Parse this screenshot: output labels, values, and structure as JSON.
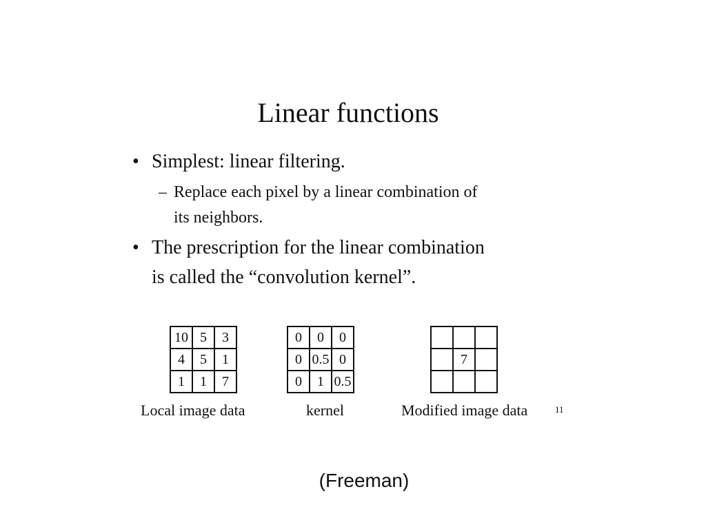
{
  "slide": {
    "title": "Linear functions",
    "bullet1": "Simplest:  linear filtering.",
    "sub1_line1": "Replace each pixel by a linear combination of",
    "sub1_line2": "its neighbors.",
    "bullet2_line1": "The prescription for the linear combination",
    "bullet2_line2": "is called the “convolution kernel”.",
    "bullet_char": "•",
    "dash_char": "–"
  },
  "figure": {
    "local_image_data": {
      "caption": "Local image data",
      "rows": [
        [
          "10",
          "5",
          "3"
        ],
        [
          "4",
          "5",
          "1"
        ],
        [
          "1",
          "1",
          "7"
        ]
      ]
    },
    "kernel": {
      "caption": "kernel",
      "rows": [
        [
          "0",
          "0",
          "0"
        ],
        [
          "0",
          "0.5",
          "0"
        ],
        [
          "0",
          "1",
          "0.5"
        ]
      ]
    },
    "modified_image_data": {
      "caption": "Modified image data",
      "rows": [
        [
          "",
          "",
          ""
        ],
        [
          "",
          "7",
          ""
        ],
        [
          "",
          "",
          ""
        ]
      ]
    },
    "page_number": "11"
  },
  "credit": "(Freeman)"
}
